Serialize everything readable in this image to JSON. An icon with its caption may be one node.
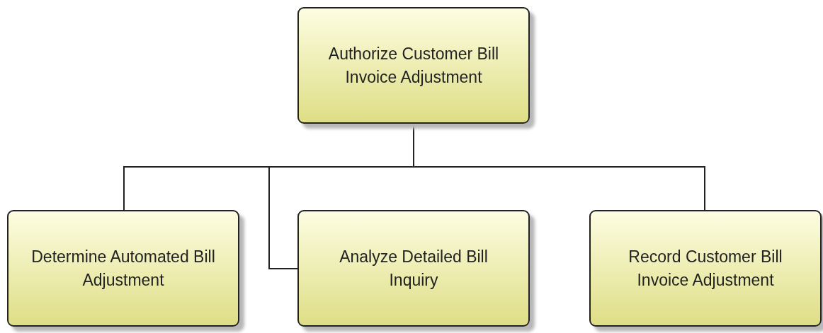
{
  "diagram": {
    "nodes": [
      {
        "text": [
          "Authorize Customer Bill Invoice Adjustment"
        ]
      },
      {
        "text": [
          "Determine Automated Bill Adjustment"
        ]
      },
      {
        "text": [
          "Analyze Detailed Bill Inquiry"
        ]
      },
      {
        "text": [
          "Record Customer Bill Invoice Adjustment"
        ]
      }
    ],
    "edges": [
      {
        "from": 0,
        "to": 1,
        "arrow": "none"
      },
      {
        "from": 0,
        "to": 2,
        "arrow": "none"
      },
      {
        "from": 0,
        "to": 3,
        "arrow": "none"
      }
    ]
  }
}
